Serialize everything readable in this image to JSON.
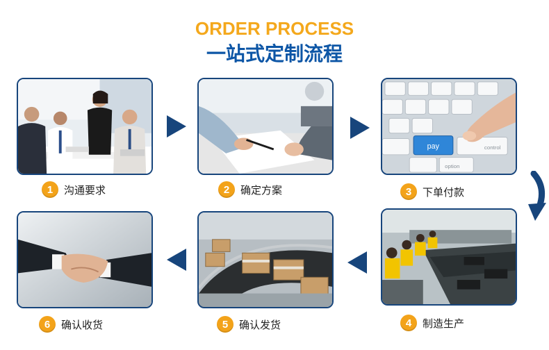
{
  "header": {
    "title_en": "ORDER PROCESS",
    "title_cn": "一站式定制流程"
  },
  "colors": {
    "accent_orange": "#f4a81c",
    "brand_blue": "#0d56a6",
    "frame_navy": "#17457c"
  },
  "steps": [
    {
      "number": "1",
      "label": "沟通要求",
      "photo": "business-meeting-photo"
    },
    {
      "number": "2",
      "label": "确定方案",
      "photo": "document-signing-photo"
    },
    {
      "number": "3",
      "label": "下单付款",
      "photo": "keyboard-pay-photo"
    },
    {
      "number": "4",
      "label": "制造生产",
      "photo": "factory-production-photo"
    },
    {
      "number": "5",
      "label": "确认发货",
      "photo": "conveyor-boxes-photo"
    },
    {
      "number": "6",
      "label": "确认收货",
      "photo": "handshake-photo"
    }
  ],
  "keyboard": {
    "pay_key": "pay",
    "key_option": "option",
    "key_control": "control"
  },
  "arrows": [
    "arrow-right-icon",
    "arrow-right-icon",
    "curved-arrow-down-icon",
    "arrow-left-icon",
    "arrow-left-icon"
  ]
}
